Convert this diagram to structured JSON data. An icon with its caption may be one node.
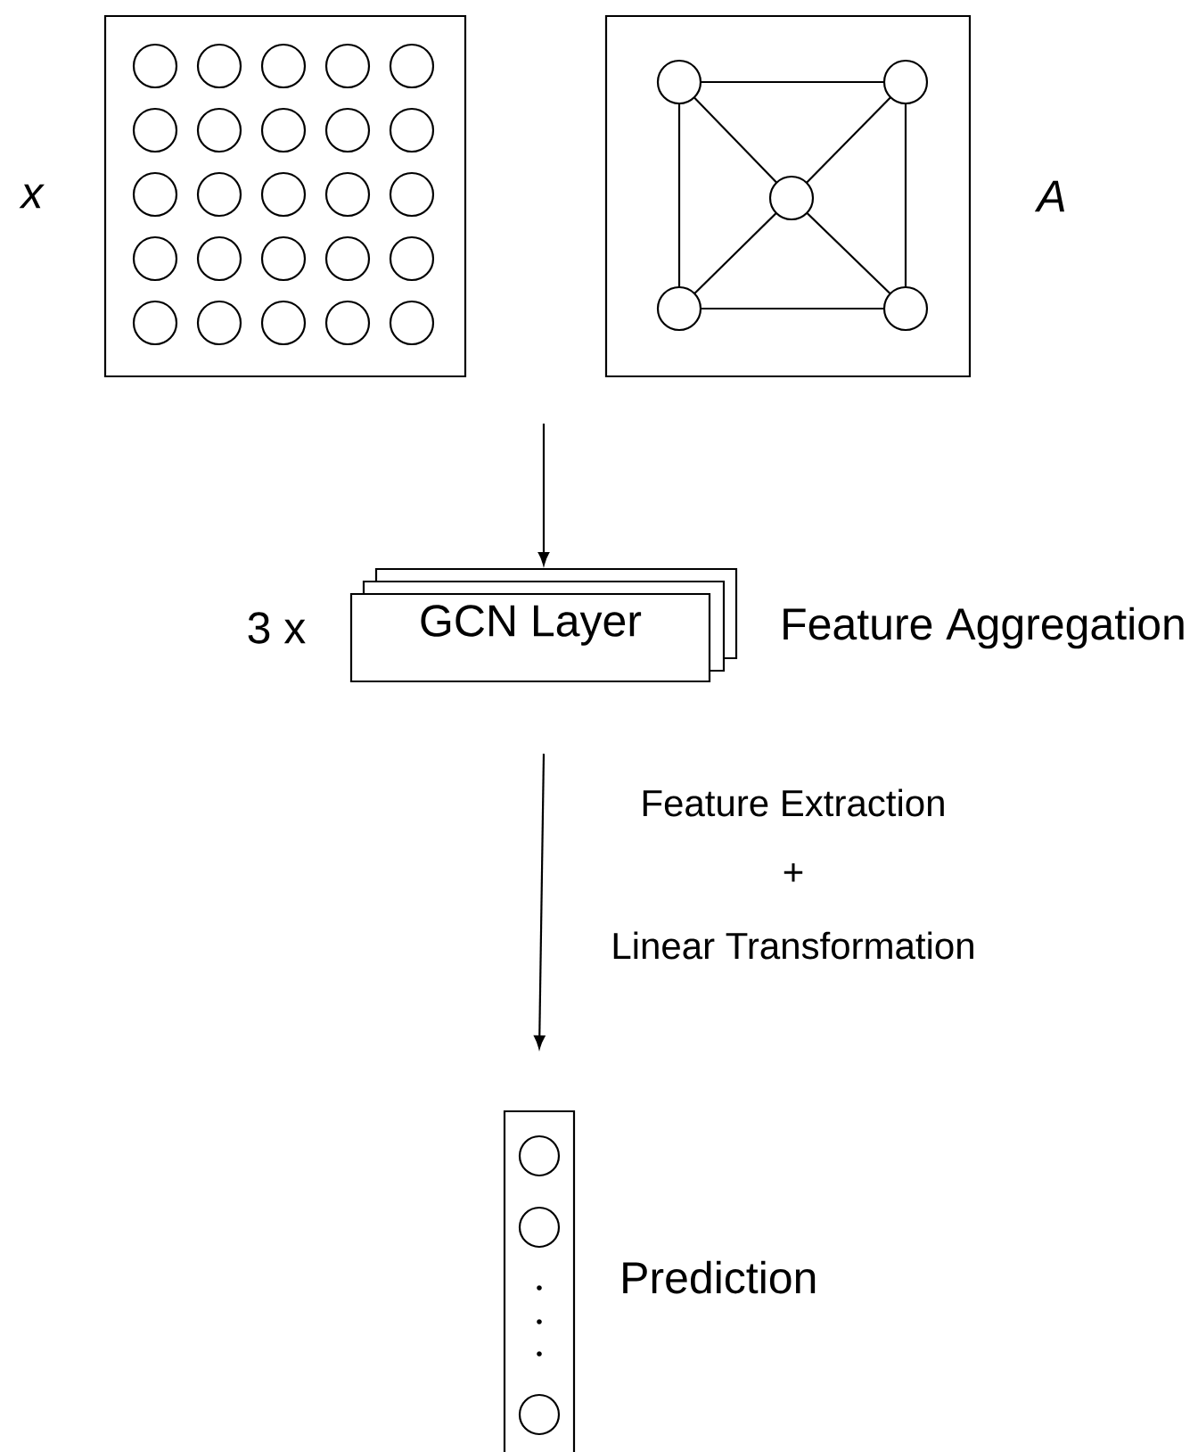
{
  "diagram": {
    "nodes": [
      {
        "text": [],
        "shape": "box",
        "beside": [
          "x"
        ]
      },
      {
        "text": [],
        "shape": "box",
        "beside": [
          "A"
        ]
      },
      {
        "text": [
          "GCN Layer"
        ],
        "beside": [
          "3 x",
          "Feature Aggregation"
        ]
      },
      {
        "text": [],
        "shape": "box",
        "beside": [
          "Prediction"
        ]
      }
    ],
    "edges": [
      {
        "from": null,
        "to": 2,
        "arrow": "to"
      },
      {
        "from": 2,
        "to": 3,
        "arrow": "to"
      }
    ],
    "labels": [
      "Feature Extraction",
      "+",
      "Linear Transformation"
    ]
  }
}
